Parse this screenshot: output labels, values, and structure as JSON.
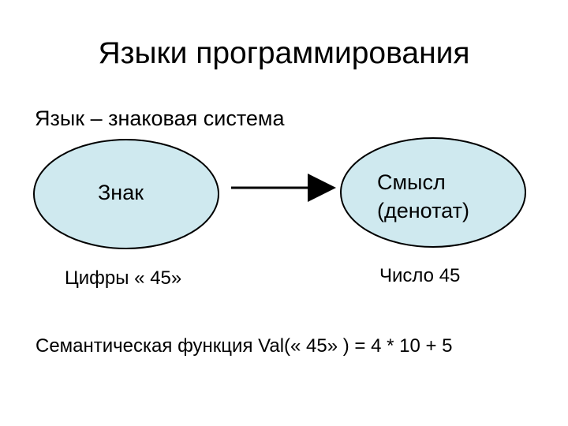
{
  "slide": {
    "title": "Языки программирования",
    "subtitle": "Язык – знаковая система"
  },
  "diagram": {
    "left_node": {
      "label": "Знак",
      "caption": "Цифры « 45»"
    },
    "right_node": {
      "label_line1": "Смысл",
      "label_line2": "(денотат)",
      "caption": "Число 45"
    },
    "formula": "Семантическая функция Val(« 45» ) = 4 * 10 + 5",
    "colors": {
      "ellipse_fill": "#cfe9ef",
      "ellipse_stroke": "#000000",
      "arrow": "#000000"
    }
  }
}
